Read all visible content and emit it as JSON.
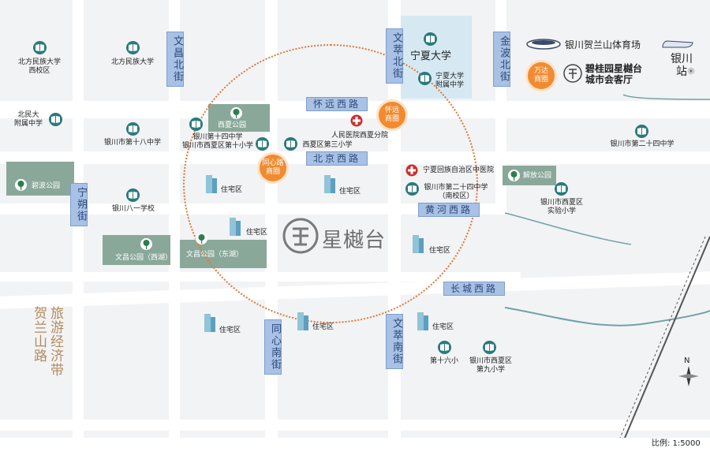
{
  "streets": {
    "wenchang_north": "文昌北街",
    "wencui_north": "文萃北街",
    "jinbo_north": "金波北街",
    "ningshuo": "宁朔街",
    "tongxin_south": "同心南街",
    "wencui_south": "文萃南街",
    "huaiyuan_west": "怀远西路",
    "beijing_west": "北京西路",
    "huanghe_west": "黄河西路",
    "changcheng_west": "长城西路"
  },
  "districts": {
    "tourism_zone": "旅游经济带",
    "helan_road": "贺兰山路"
  },
  "schools": [
    {
      "label": "北方民族大学\n西校区"
    },
    {
      "label": "北方民族大学"
    },
    {
      "label": "北民大\n附属中学"
    },
    {
      "label": "银川市第十八中学"
    },
    {
      "label": "银川八一学校"
    },
    {
      "label": "银川第十四中学\n银川市西夏区第十小学"
    },
    {
      "label": "西夏区第三小学"
    },
    {
      "label": "宁夏大学"
    },
    {
      "label": "宁夏大学\n附属中学"
    },
    {
      "label": "银川市第二十四中学\n（南校区）"
    },
    {
      "label": "银川市第二十四中学"
    },
    {
      "label": "银川市西夏区\n实验小学"
    },
    {
      "label": "第十六小"
    },
    {
      "label": "银川市西夏区\n第九小学"
    }
  ],
  "hospitals": [
    {
      "label": "人民医院西夏分院"
    },
    {
      "label": "宁夏回族自治区中医院"
    }
  ],
  "parks": [
    {
      "label": "西夏公园"
    },
    {
      "label": "碧波公园"
    },
    {
      "label": "文昌公园（西湖）"
    },
    {
      "label": "文昌公园（东湖）"
    },
    {
      "label": "解放公园"
    }
  ],
  "residential_label": "住宅区",
  "commercial": [
    {
      "label": "怀远\n商圈"
    },
    {
      "label": "同心路\n商圈"
    },
    {
      "label": "万达\n商圈"
    }
  ],
  "landmarks": {
    "stadium": "银川贺兰山体育场",
    "showroom": "碧桂园星樾台\n城市会客厅",
    "station": "银川\n站"
  },
  "project": {
    "logo_text": "星樾台"
  },
  "compass": "N",
  "scale": "比例: 1:5000",
  "colors": {
    "park": "#8aa89a",
    "school": "#2b7a7c",
    "accent": "#f28b30",
    "road_label": "#6b8fc6",
    "river": "#6fa3a8"
  }
}
